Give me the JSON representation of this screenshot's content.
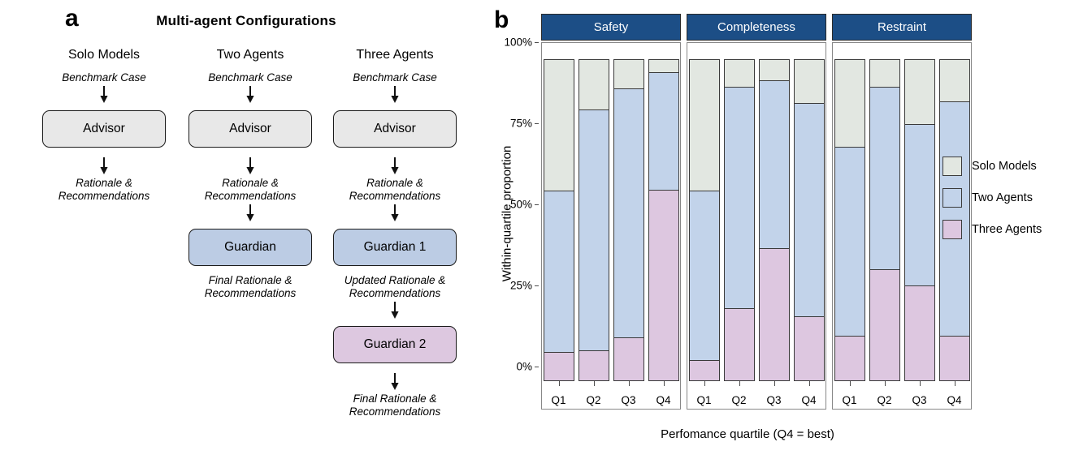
{
  "panel_a": {
    "letter": "a",
    "title": "Multi-agent Configurations",
    "columns": [
      {
        "heading": "Solo Models",
        "steps": [
          {
            "kind": "text",
            "lines": [
              "Benchmark Case"
            ]
          },
          {
            "kind": "arrow"
          },
          {
            "kind": "node",
            "label": "Advisor",
            "fill": "grey"
          },
          {
            "kind": "arrow"
          },
          {
            "kind": "text",
            "lines": [
              "Rationale &",
              "Recommendations"
            ]
          }
        ]
      },
      {
        "heading": "Two Agents",
        "steps": [
          {
            "kind": "text",
            "lines": [
              "Benchmark Case"
            ]
          },
          {
            "kind": "arrow"
          },
          {
            "kind": "node",
            "label": "Advisor",
            "fill": "grey"
          },
          {
            "kind": "arrow"
          },
          {
            "kind": "text",
            "lines": [
              "Rationale &",
              "Recommendations"
            ]
          },
          {
            "kind": "arrow"
          },
          {
            "kind": "node",
            "label": "Guardian",
            "fill": "blue"
          },
          {
            "kind": "text",
            "lines": [
              "Final Rationale &",
              "Recommendations"
            ]
          }
        ]
      },
      {
        "heading": "Three Agents",
        "steps": [
          {
            "kind": "text",
            "lines": [
              "Benchmark Case"
            ]
          },
          {
            "kind": "arrow"
          },
          {
            "kind": "node",
            "label": "Advisor",
            "fill": "grey"
          },
          {
            "kind": "arrow"
          },
          {
            "kind": "text",
            "lines": [
              "Rationale &",
              "Recommendations"
            ]
          },
          {
            "kind": "arrow"
          },
          {
            "kind": "node",
            "label": "Guardian 1",
            "fill": "blue"
          },
          {
            "kind": "text",
            "lines": [
              "Updated Rationale &",
              "Recommendations"
            ]
          },
          {
            "kind": "arrow"
          },
          {
            "kind": "node",
            "label": "Guardian 2",
            "fill": "purple"
          },
          {
            "kind": "arrow"
          },
          {
            "kind": "text",
            "lines": [
              "Final Rationale &",
              "Recommendations"
            ]
          }
        ]
      }
    ]
  },
  "panel_b": {
    "letter": "b"
  },
  "chart_data": {
    "type": "bar",
    "subtype": "stacked-100-percent",
    "title": "",
    "xlabel": "Perfomance quartile (Q4 = best)",
    "ylabel": "Within-quartile proportion",
    "ylim": [
      0,
      100
    ],
    "yticks": [
      0,
      25,
      50,
      75,
      100
    ],
    "ytick_labels": [
      "0%",
      "25%",
      "50%",
      "75%",
      "100%"
    ],
    "grid": false,
    "legend_position": "right",
    "categories": [
      "Q1",
      "Q2",
      "Q3",
      "Q4"
    ],
    "facet_labels": [
      "Safety",
      "Completeness",
      "Restraint"
    ],
    "facet_strip_color": "#1c4e86",
    "series": [
      {
        "name": "Solo Models",
        "color": "#e2e7e1"
      },
      {
        "name": "Two Agents",
        "color": "#c2d3ea"
      },
      {
        "name": "Three Agents",
        "color": "#ddc7e0"
      }
    ],
    "facets": [
      {
        "label": "Safety",
        "bars": [
          {
            "category": "Q1",
            "values": {
              "Three Agents": 9.0,
              "Two Agents": 50.0,
              "Solo Models": 41.0
            }
          },
          {
            "category": "Q2",
            "values": {
              "Three Agents": 9.5,
              "Two Agents": 74.5,
              "Solo Models": 16.0
            }
          },
          {
            "category": "Q3",
            "values": {
              "Three Agents": 13.5,
              "Two Agents": 77.0,
              "Solo Models": 9.5
            }
          },
          {
            "category": "Q4",
            "values": {
              "Three Agents": 59.0,
              "Two Agents": 36.5,
              "Solo Models": 4.5
            }
          }
        ]
      },
      {
        "label": "Completeness",
        "bars": [
          {
            "category": "Q1",
            "values": {
              "Three Agents": 6.5,
              "Two Agents": 52.5,
              "Solo Models": 41.0
            }
          },
          {
            "category": "Q2",
            "values": {
              "Three Agents": 22.5,
              "Two Agents": 68.5,
              "Solo Models": 9.0
            }
          },
          {
            "category": "Q3",
            "values": {
              "Three Agents": 41.0,
              "Two Agents": 52.0,
              "Solo Models": 7.0
            }
          },
          {
            "category": "Q4",
            "values": {
              "Three Agents": 20.0,
              "Two Agents": 66.0,
              "Solo Models": 14.0
            }
          }
        ]
      },
      {
        "label": "Restraint",
        "bars": [
          {
            "category": "Q1",
            "values": {
              "Three Agents": 14.0,
              "Two Agents": 58.5,
              "Solo Models": 27.5
            }
          },
          {
            "category": "Q2",
            "values": {
              "Three Agents": 34.5,
              "Two Agents": 56.5,
              "Solo Models": 9.0
            }
          },
          {
            "category": "Q3",
            "values": {
              "Three Agents": 29.5,
              "Two Agents": 50.0,
              "Solo Models": 20.5
            }
          },
          {
            "category": "Q4",
            "values": {
              "Three Agents": 14.0,
              "Two Agents": 72.5,
              "Solo Models": 13.5
            }
          }
        ]
      }
    ]
  }
}
